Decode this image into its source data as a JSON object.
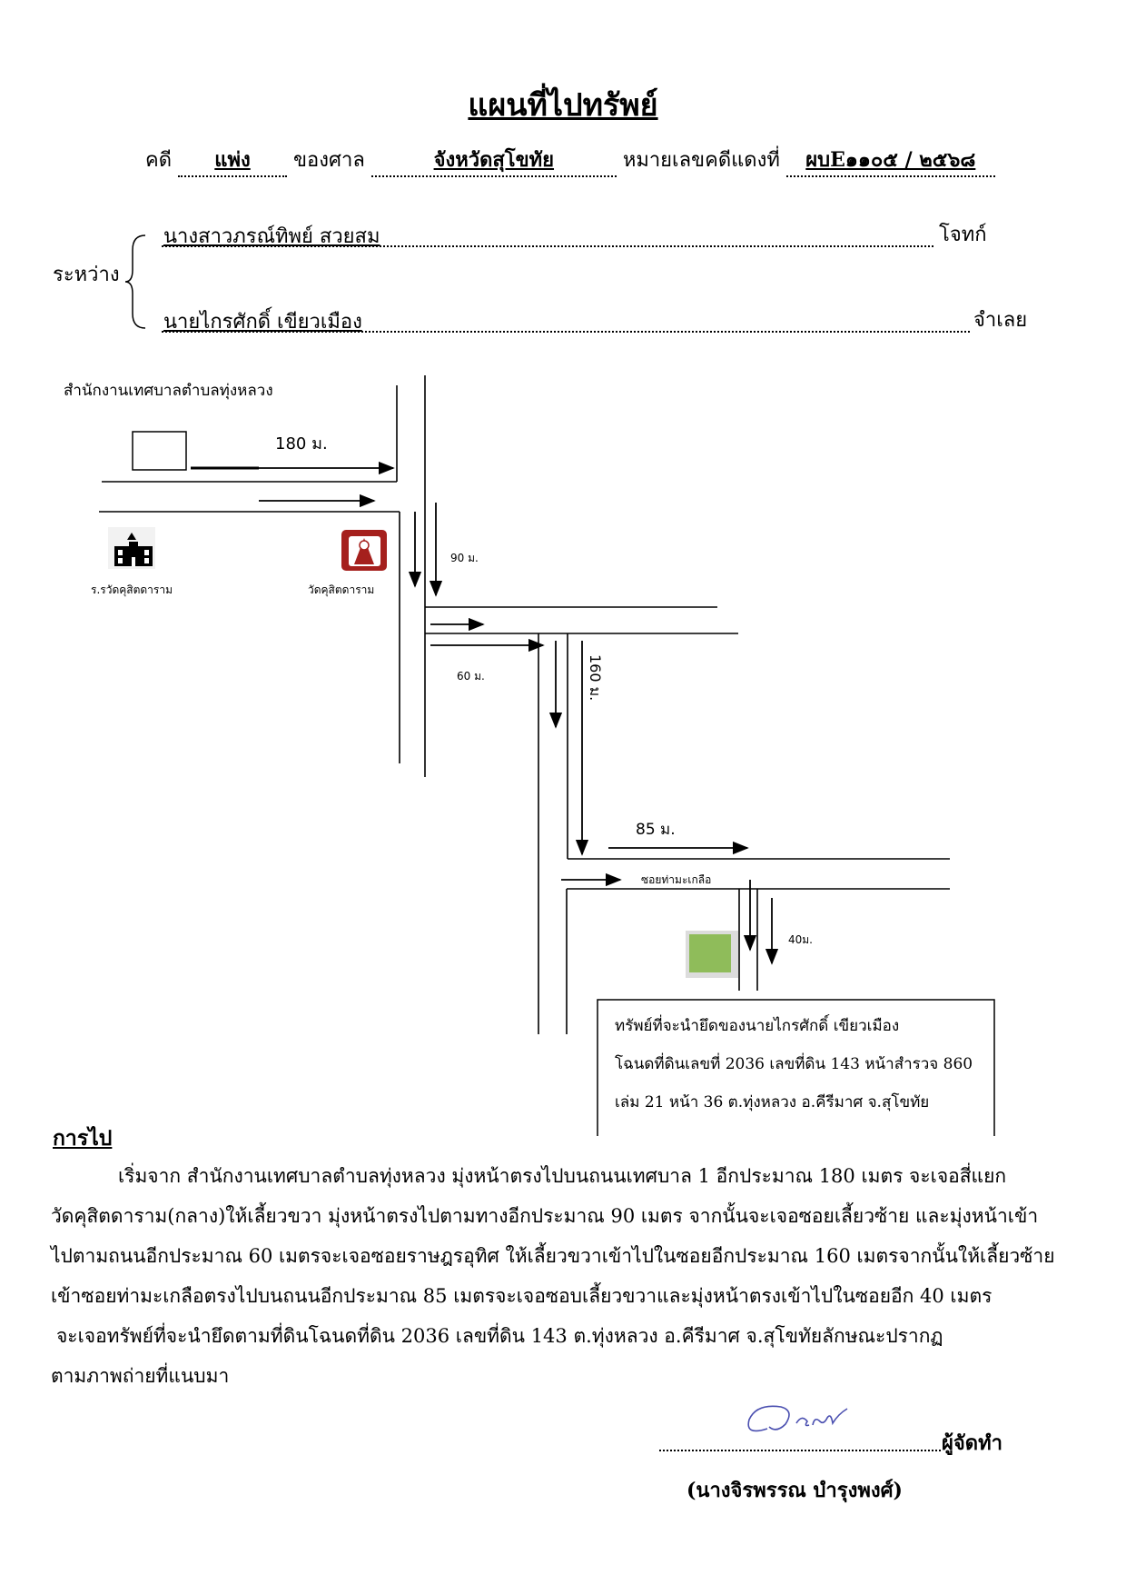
{
  "title": "แผนที่ไปทรัพย์",
  "case": {
    "case_label": "คดี",
    "case_type": "แพ่ง",
    "court_label": "ของศาล",
    "court": "จังหวัดสุโขทัย",
    "red_no_label": "หมายเลขคดีแดงที่",
    "red_no": "ผบE๑๑๐๕ / ๒๕๖๘"
  },
  "parties": {
    "between_label": "ระหว่าง",
    "plaintiff": "นางสาวภรณ์ทิพย์ สวยสม",
    "plaintiff_role": "โจทก์",
    "defendant": "นายไกรศักดิ์ เขียวเมือง",
    "defendant_role": "จำเลย"
  },
  "map": {
    "origin_label": "สำนักงานเทศบาลตำบลทุ่งหลวง",
    "dist_180": "180 ม.",
    "dist_90": "90 ม.",
    "dist_60": "60 ม.",
    "dist_160": "160 ม.",
    "dist_85": "85 ม.",
    "dist_40": "40ม.",
    "school_label": "ร.รวัดคุสิตดาราม",
    "temple_label": "วัดคุสิตดาราม",
    "soi_label": "ซอยท่ามะเกลือ",
    "property_box": [
      "ทรัพย์ที่จะนำยึดของนายไกรศักดิ์ เขียวเมือง",
      "โฉนดที่ดินเลขที่ 2036 เลขที่ดิน 143 หน้าสำรวจ 860",
      "เล่ม 21 หน้า 36 ต.ทุ่งหลวง อ.คีรีมาศ จ.สุโขทัย"
    ],
    "property_color": "#8fbc5a",
    "temple_color": "#a5201d"
  },
  "directions": {
    "heading": "การไป",
    "lines": [
      "เริ่มจาก สำนักงานเทศบาลตำบลทุ่งหลวง มุ่งหน้าตรงไปบนถนนเทศบาล 1 อีกประมาณ 180 เมตร จะเจอสี่แยก",
      "วัดคุสิตดาราม(กลาง)ให้เลี้ยวขวา มุ่งหน้าตรงไปตามทางอีกประมาณ 90 เมตร จากนั้นจะเจอซอยเลี้ยวซ้าย และมุ่งหน้าเข้า",
      "ไปตามถนนอีกประมาณ 60 เมตรจะเจอซอยราษฎรอุทิศ ให้เลี้ยวขวาเข้าไปในซอยอีกประมาณ 160 เมตรจากนั้นให้เลี้ยวซ้าย",
      "เข้าซอยท่ามะเกลือตรงไปบนถนนอีกประมาณ 85 เมตรจะเจอซอบเลี้ยวขวาและมุ่งหน้าตรงเข้าไปในซอยอีก 40 เมตร",
      "จะเจอทรัพย์ที่จะนำยึดตามที่ดินโฉนดที่ดิน 2036 เลขที่ดิน 143 ต.ทุ่งหลวง อ.คีรีมาศ จ.สุโขทัยลักษณะปรากฏ",
      "ตามภาพถ่ายที่แนบมา"
    ]
  },
  "signature": {
    "role": "ผู้จัดทำ",
    "name": "(นางจิรพรรณ บำรุงพงศ์)"
  }
}
